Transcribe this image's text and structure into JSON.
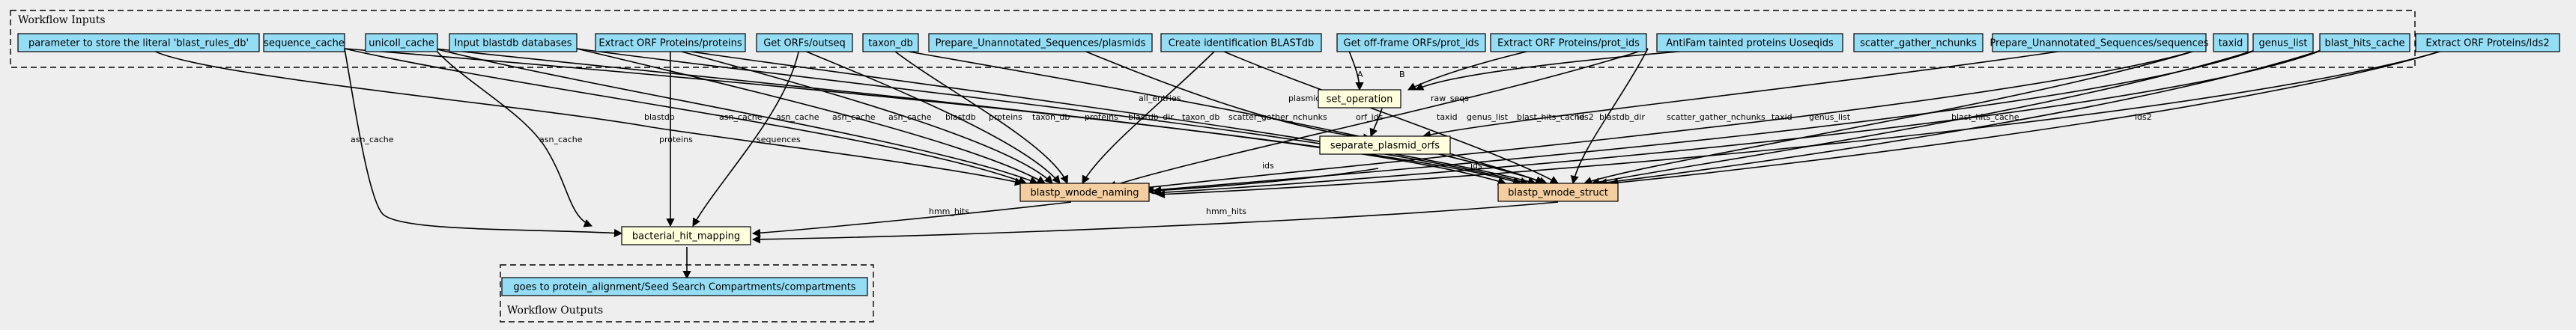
{
  "clusters": {
    "inputs_label": "Workflow Inputs",
    "outputs_label": "Workflow Outputs"
  },
  "colors": {
    "input_fill": "#94ddf4",
    "step_fill": "#ffffdd",
    "subworkflow_fill": "#f3cea1",
    "background": "#eeeeee"
  },
  "inputs": [
    {
      "id": "blast_rules",
      "label": "parameter to store the literal 'blast_rules_db'"
    },
    {
      "id": "sequence_cache",
      "label": "sequence_cache"
    },
    {
      "id": "unicoll_cache",
      "label": "unicoll_cache"
    },
    {
      "id": "input_blastdb",
      "label": "Input blastdb databases"
    },
    {
      "id": "extract_orf_proteins",
      "label": "Extract ORF Proteins/proteins"
    },
    {
      "id": "get_orfs_outseq",
      "label": "Get ORFs/outseq"
    },
    {
      "id": "taxon_db",
      "label": "taxon_db"
    },
    {
      "id": "prepare_plasmids",
      "label": "Prepare_Unannotated_Sequences/plasmids"
    },
    {
      "id": "create_blastdb",
      "label": "Create identification BLASTdb"
    },
    {
      "id": "get_offframe",
      "label": "Get off-frame ORFs/prot_ids"
    },
    {
      "id": "extract_orf_prot_ids",
      "label": "Extract ORF Proteins/prot_ids"
    },
    {
      "id": "antifam",
      "label": "AntiFam tainted proteins Uoseqids"
    },
    {
      "id": "scatter_gather",
      "label": "scatter_gather_nchunks"
    },
    {
      "id": "prepare_sequences",
      "label": "Prepare_Unannotated_Sequences/sequences"
    },
    {
      "id": "taxid",
      "label": "taxid"
    },
    {
      "id": "genus_list",
      "label": "genus_list"
    },
    {
      "id": "blast_hits_cache",
      "label": "blast_hits_cache"
    },
    {
      "id": "extract_lds2",
      "label": "Extract ORF Proteins/lds2"
    }
  ],
  "steps": [
    {
      "id": "set_operation",
      "label": "set_operation",
      "kind": "step"
    },
    {
      "id": "separate_plasmid_orfs",
      "label": "separate_plasmid_orfs",
      "kind": "step"
    },
    {
      "id": "blastp_wnode_naming",
      "label": "blastp_wnode_naming",
      "kind": "subworkflow"
    },
    {
      "id": "blastp_wnode_struct",
      "label": "blastp_wnode_struct",
      "kind": "subworkflow"
    },
    {
      "id": "bacterial_hit_mapping",
      "label": "bacterial_hit_mapping",
      "kind": "step"
    }
  ],
  "outputs": [
    {
      "id": "goes_to",
      "label": "goes to protein_alignment/Seed Search Compartments/compartments"
    }
  ],
  "edge_labels": {
    "A": "A",
    "B": "B",
    "asn_cache": "asn_cache",
    "blastdb": "blastdb",
    "proteins": "proteins",
    "sequences": "sequences",
    "taxon_db": "taxon_db",
    "blastdb_dir": "blastdb_dir",
    "all_entries": "all_entries",
    "plasmids": "plasmids",
    "orf_ids": "orf_ids",
    "raw_seqs": "raw_seqs",
    "scatter_gather_nchunks": "scatter_gather_nchunks",
    "taxid": "taxid",
    "genus_list": "genus_list",
    "blast_hits_cache": "blast_hits_cache",
    "lds2": "lds2",
    "ids": "ids",
    "hmm_hits": "hmm_hits"
  }
}
